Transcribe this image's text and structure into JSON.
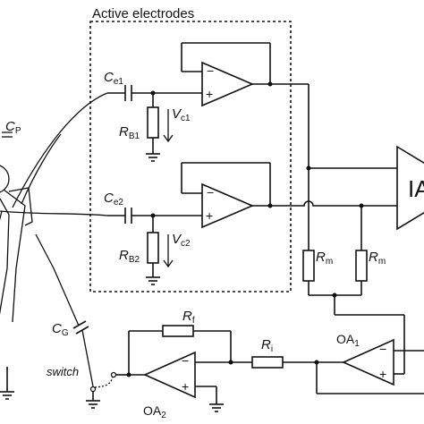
{
  "box_title": "Active electrodes",
  "labels": {
    "cp_main": "C",
    "cp_sub": "P",
    "ce1_main": "C",
    "ce1_sub": "e1",
    "ce2_main": "C",
    "ce2_sub": "e2",
    "rb1_main": "R",
    "rb1_sub": "B1",
    "rb2_main": "R",
    "rb2_sub": "B2",
    "vc1_main": "V",
    "vc1_sub": "c1",
    "vc2_main": "V",
    "vc2_sub": "c2",
    "rm1_main": "R",
    "rm1_sub": "m",
    "rm2_main": "R",
    "rm2_sub": "m",
    "rf_main": "R",
    "rf_sub": "f",
    "ri_main": "R",
    "ri_sub": "i",
    "cg_main": "C",
    "cg_sub": "G",
    "oa1_main": "OA",
    "oa1_sub": "1",
    "oa2_main": "OA",
    "oa2_sub": "2",
    "switch": "switch",
    "ia": "IA",
    "minus": "−",
    "plus": "+"
  },
  "icons": {
    "op_amp_1": "op-amp-triangle",
    "op_amp_2": "op-amp-triangle",
    "op_amp_oa1": "op-amp-triangle",
    "op_amp_oa2": "op-amp-triangle",
    "instrumentation_amp": "amplifier-triangle",
    "ground": "ground-symbol",
    "capacitor": "capacitor-symbol",
    "resistor": "resistor-box",
    "person": "stick-figure"
  }
}
